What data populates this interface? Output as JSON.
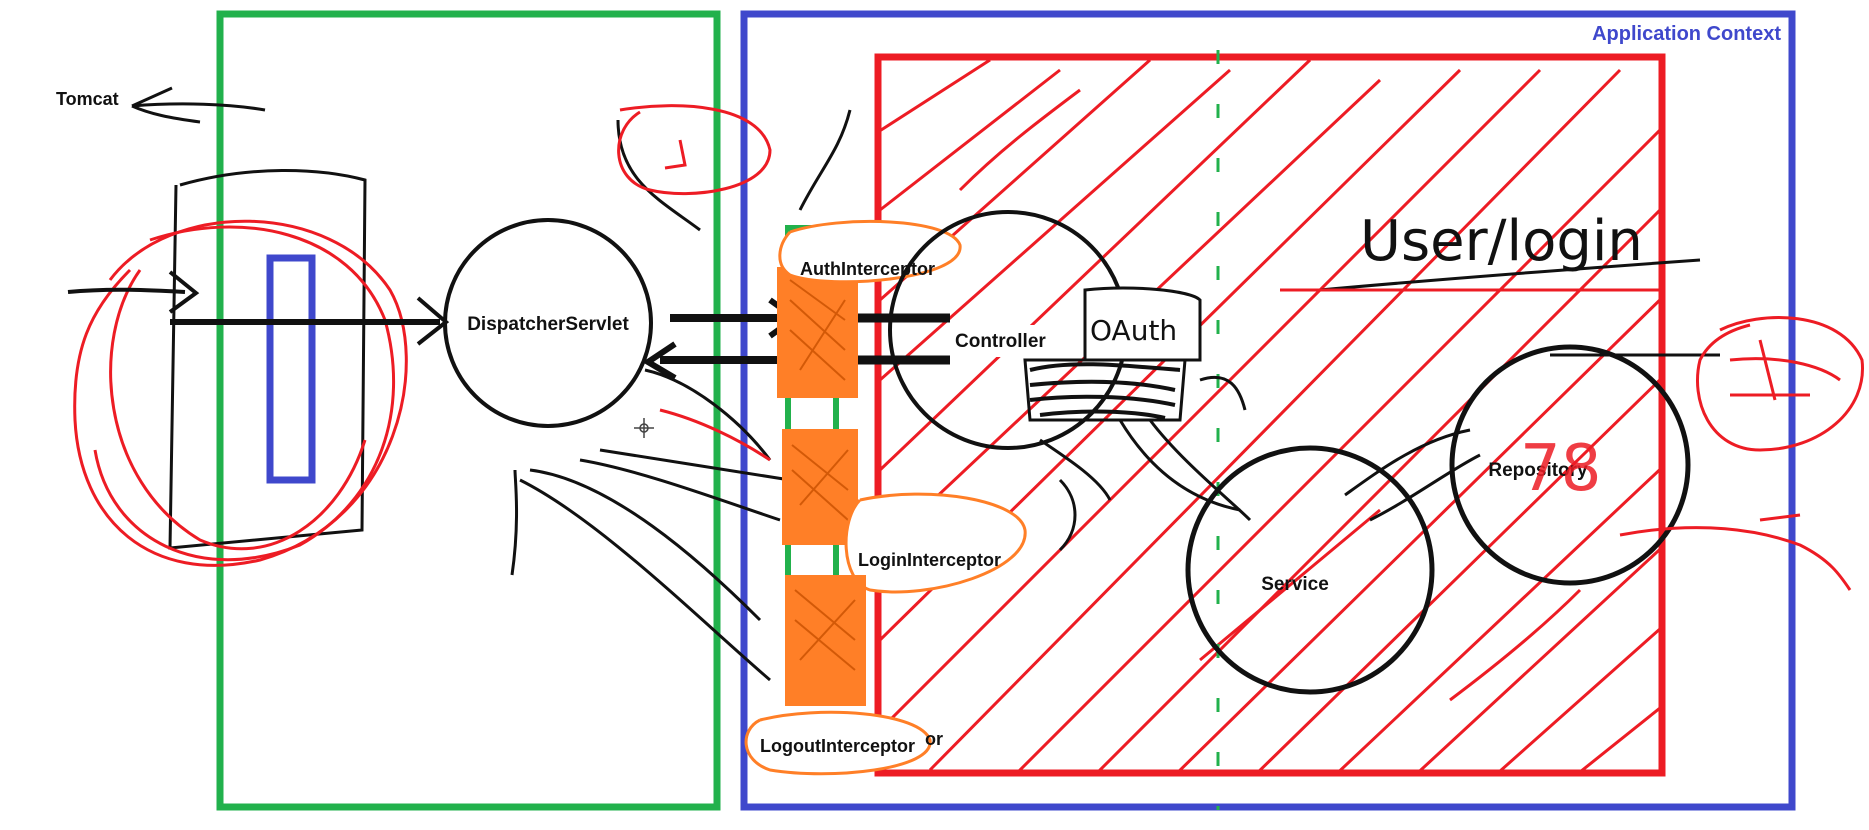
{
  "colors": {
    "servlet_container": "#22b14c",
    "application_context": "#3f48cc",
    "bean_region": "#ed1c24",
    "interceptor_fill": "#ff7f27",
    "interceptor_highlight": "#ffc990",
    "ink": "#111111",
    "red_ink": "#ed1c24"
  },
  "labels": {
    "tomcat": "Tomcat",
    "application_context": "Application Context",
    "dispatcher_servlet": "DispatcherServlet",
    "controller": "Controller",
    "service": "Service",
    "repository": "Repository",
    "auth_interceptor": "AuthInterceptor",
    "login_interceptor": "LoginInterceptor",
    "logout_interceptor": "LogoutInterceptor"
  },
  "handwriting": {
    "controller_scribble": "OAuth",
    "header_scribble": "User/login",
    "repository_scribble": "78",
    "truncated_fragment": "or"
  },
  "icons": {
    "left_arrow": "arrow-left-icon",
    "crosshair": "crosshair-icon"
  }
}
